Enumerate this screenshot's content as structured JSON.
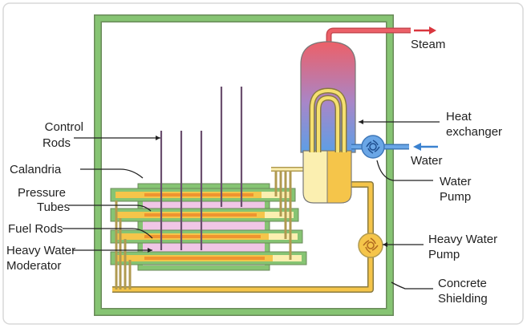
{
  "labels": {
    "steam": "Steam",
    "heat_exchanger": [
      "Heat",
      "exchanger"
    ],
    "water": "Water",
    "water_pump": [
      "Water",
      "Pump"
    ],
    "heavy_water_pump": [
      "Heavy Water",
      "Pump"
    ],
    "concrete_shielding": [
      "Concrete",
      "Shielding"
    ],
    "control_rods": [
      "Control",
      "Rods"
    ],
    "calandria": "Calandria",
    "pressure_tubes": [
      "Pressure",
      "Tubes"
    ],
    "fuel_rods": "Fuel Rods",
    "heavy_water_moderator": [
      "Heavy Water",
      "Moderator"
    ]
  },
  "colors": {
    "shielding": "#86c473",
    "moderator": "#f0c6e6",
    "coolant": "#f5c54a",
    "coolant_light": "#fbefb0",
    "fuel": "#ef9430",
    "steam": "#e8626a",
    "water": "#5b9be0",
    "steam_arrow": "#d9363e",
    "water_arrow": "#3b82d0"
  }
}
